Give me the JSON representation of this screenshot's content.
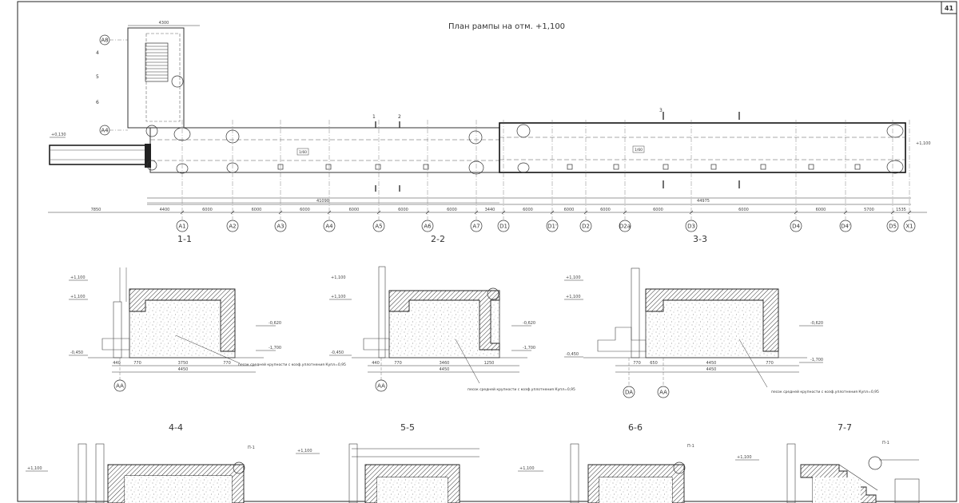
{
  "sheet": {
    "page_number": "41",
    "plan_title": "План рампы на отм. +1,100"
  },
  "plan": {
    "axes": [
      "A1",
      "A2",
      "A3",
      "A4",
      "A5",
      "A6",
      "A7",
      "D1",
      "D1'",
      "D2",
      "D2a",
      "D3",
      "D4",
      "D4'",
      "D5",
      "X1"
    ],
    "axes_left": [
      "A8",
      "A4"
    ],
    "cut_marks": [
      "1",
      "2",
      "3",
      "4",
      "5",
      "6"
    ],
    "dims_bottom": [
      "4400",
      "6000",
      "6000",
      "6000",
      "6000",
      "6000",
      "6000",
      "3440",
      "6000",
      "6000",
      "6000",
      "6000",
      "6000",
      "6000",
      "5700",
      "1535"
    ],
    "total_left": "7850",
    "total_a": "41090",
    "total_d": "44975",
    "top_dim": "4300",
    "elev_left": "+0,130",
    "elev_ramp": "+1,100",
    "room_label_a": "1/60",
    "room_label_d": "1/60"
  },
  "sections_row1": [
    {
      "label": "1-1",
      "axes": [
        "AA"
      ],
      "elev_top": "+1,100",
      "elev_mid": "+1,100",
      "elev_low": "-0,450",
      "elev_r1": "-0,620",
      "elev_r2": "-1,700",
      "dims": [
        "440",
        "770",
        "3750",
        "770",
        "4450"
      ],
      "note": "песок средней крупности с коэф.уплотнения Купл=0,95"
    },
    {
      "label": "2-2",
      "axes": [
        "AA"
      ],
      "elev_top": "+1,100",
      "elev_mid": "+1,100",
      "elev_low": "-0,450",
      "elev_r1": "-0,620",
      "elev_r2": "-1,700",
      "dims": [
        "440",
        "770",
        "3460",
        "1250",
        "4450"
      ],
      "note": "песок средней крупности с коэф.уплотнения Купл=0,95"
    },
    {
      "label": "3-3",
      "axes": [
        "DA",
        "AA"
      ],
      "elev_top": "+1,100",
      "elev_mid": "+1,100",
      "elev_low": "-0,450",
      "elev_r1": "-0,620",
      "elev_r2": "-1,700",
      "dims": [
        "770",
        "650",
        "4450",
        "770",
        "4450"
      ],
      "note": "песок средней крупности с коэф.уплотнения Купл=0,95"
    }
  ],
  "sections_row2": [
    {
      "label": "4-4",
      "elev_top": "+1,100",
      "marker": "П-1"
    },
    {
      "label": "5-5",
      "elev_top": "+1,100",
      "marker": ""
    },
    {
      "label": "6-6",
      "elev_top": "+1,100",
      "marker": "П-1"
    },
    {
      "label": "7-7",
      "elev_top": "+1,100",
      "marker": "П-1"
    }
  ]
}
